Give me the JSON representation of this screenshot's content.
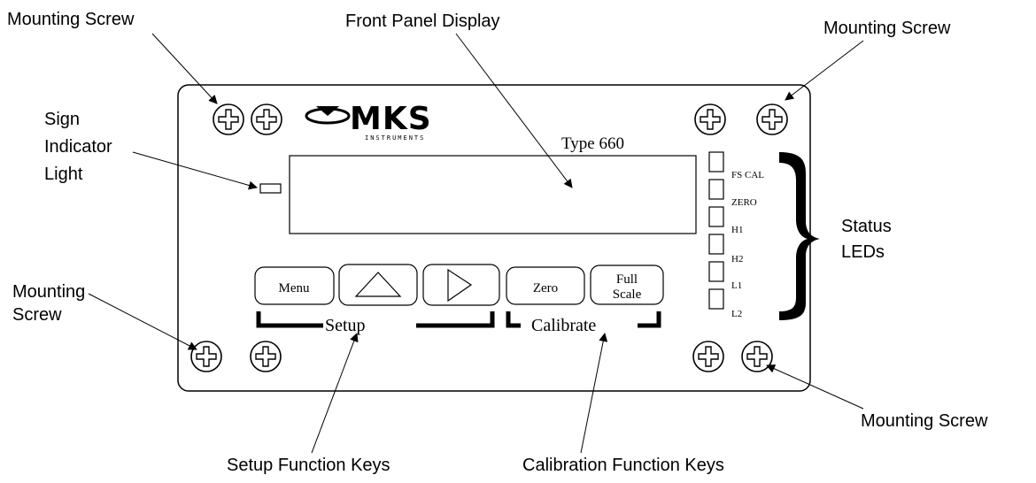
{
  "callouts": {
    "mounting_screw_tl": "Mounting Screw",
    "mounting_screw_tr": "Mounting Screw",
    "mounting_screw_bl_line1": "Mounting",
    "mounting_screw_bl_line2": "Screw",
    "mounting_screw_br": "Mounting Screw",
    "front_panel_display": "Front Panel Display",
    "sign_indicator_line1": "Sign",
    "sign_indicator_line2": "Indicator",
    "sign_indicator_line3": "Light",
    "status_leds_line1": "Status",
    "status_leds_line2": "LEDs",
    "setup_function_keys": "Setup Function Keys",
    "calibration_function_keys": "Calibration Function Keys"
  },
  "panel": {
    "logo_text": "MKS",
    "logo_subtext": "INSTRUMENTS",
    "model": "Type 660"
  },
  "keys": {
    "menu": "Menu",
    "zero": "Zero",
    "full_scale_line1": "Full",
    "full_scale_line2": "Scale"
  },
  "groups": {
    "setup": "Setup",
    "calibrate": "Calibrate"
  },
  "leds": [
    "FS CAL",
    "ZERO",
    "H1",
    "H2",
    "L1",
    "L2"
  ],
  "icons": {
    "screw": "screw-icon",
    "up_key": "up-triangle-icon",
    "right_key": "right-triangle-icon"
  }
}
